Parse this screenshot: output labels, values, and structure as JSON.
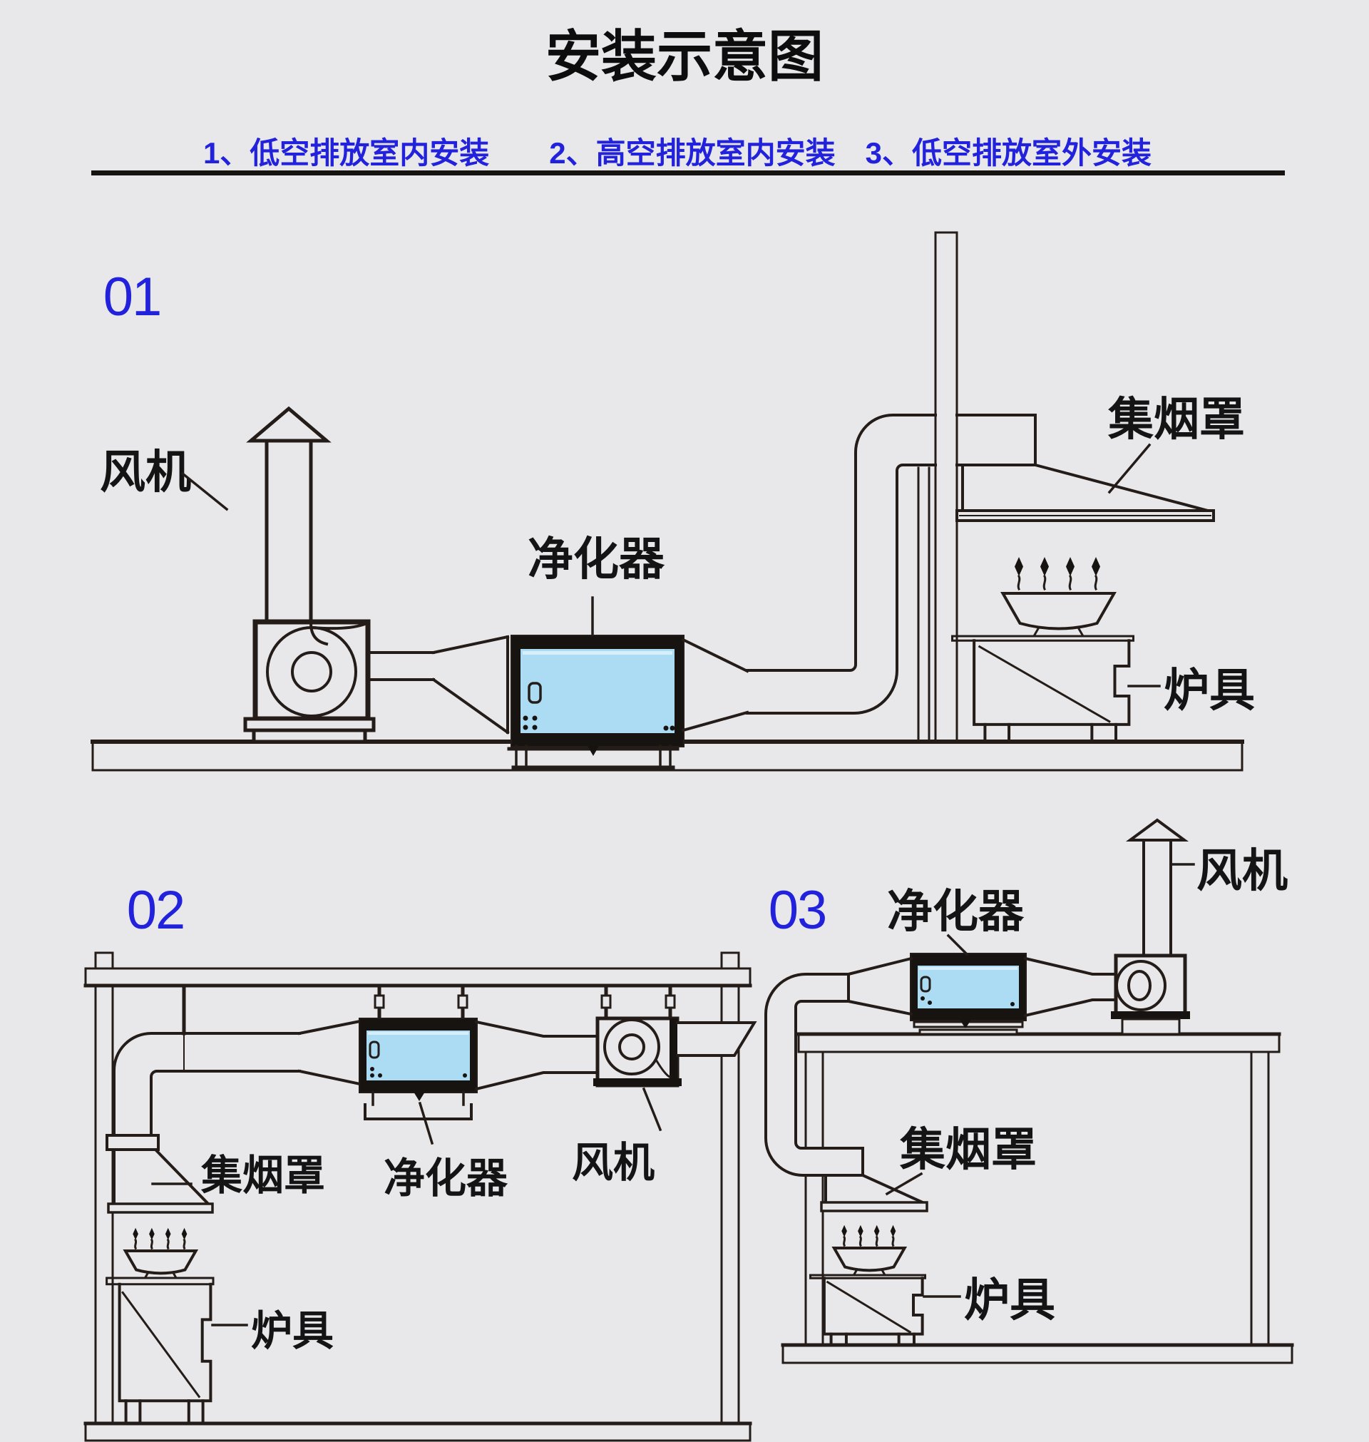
{
  "page": {
    "title": "安装示意图",
    "background_color": "#e8e8ea",
    "line_color": "#241c18",
    "accent_blue": "#2222dd",
    "purifier_panel_blue": "#abdcf4"
  },
  "subtitle": {
    "text": "1、低空排放室内安装　　2、高空排放室内安装　3、低空排放室外安装",
    "items": [
      "1、低空排放室内安装",
      "2、高空排放室内安装",
      "3、低空排放室外安装"
    ],
    "color": "#2222dd"
  },
  "diagrams": [
    {
      "number": "01",
      "labels": {
        "fan": "风机",
        "purifier": "净化器",
        "hood": "集烟罩",
        "stove": "炉具"
      }
    },
    {
      "number": "02",
      "labels": {
        "fan": "风机",
        "purifier": "净化器",
        "hood": "集烟罩",
        "stove": "炉具"
      }
    },
    {
      "number": "03",
      "labels": {
        "fan": "风机",
        "purifier": "净化器",
        "hood": "集烟罩",
        "stove": "炉具"
      }
    }
  ]
}
